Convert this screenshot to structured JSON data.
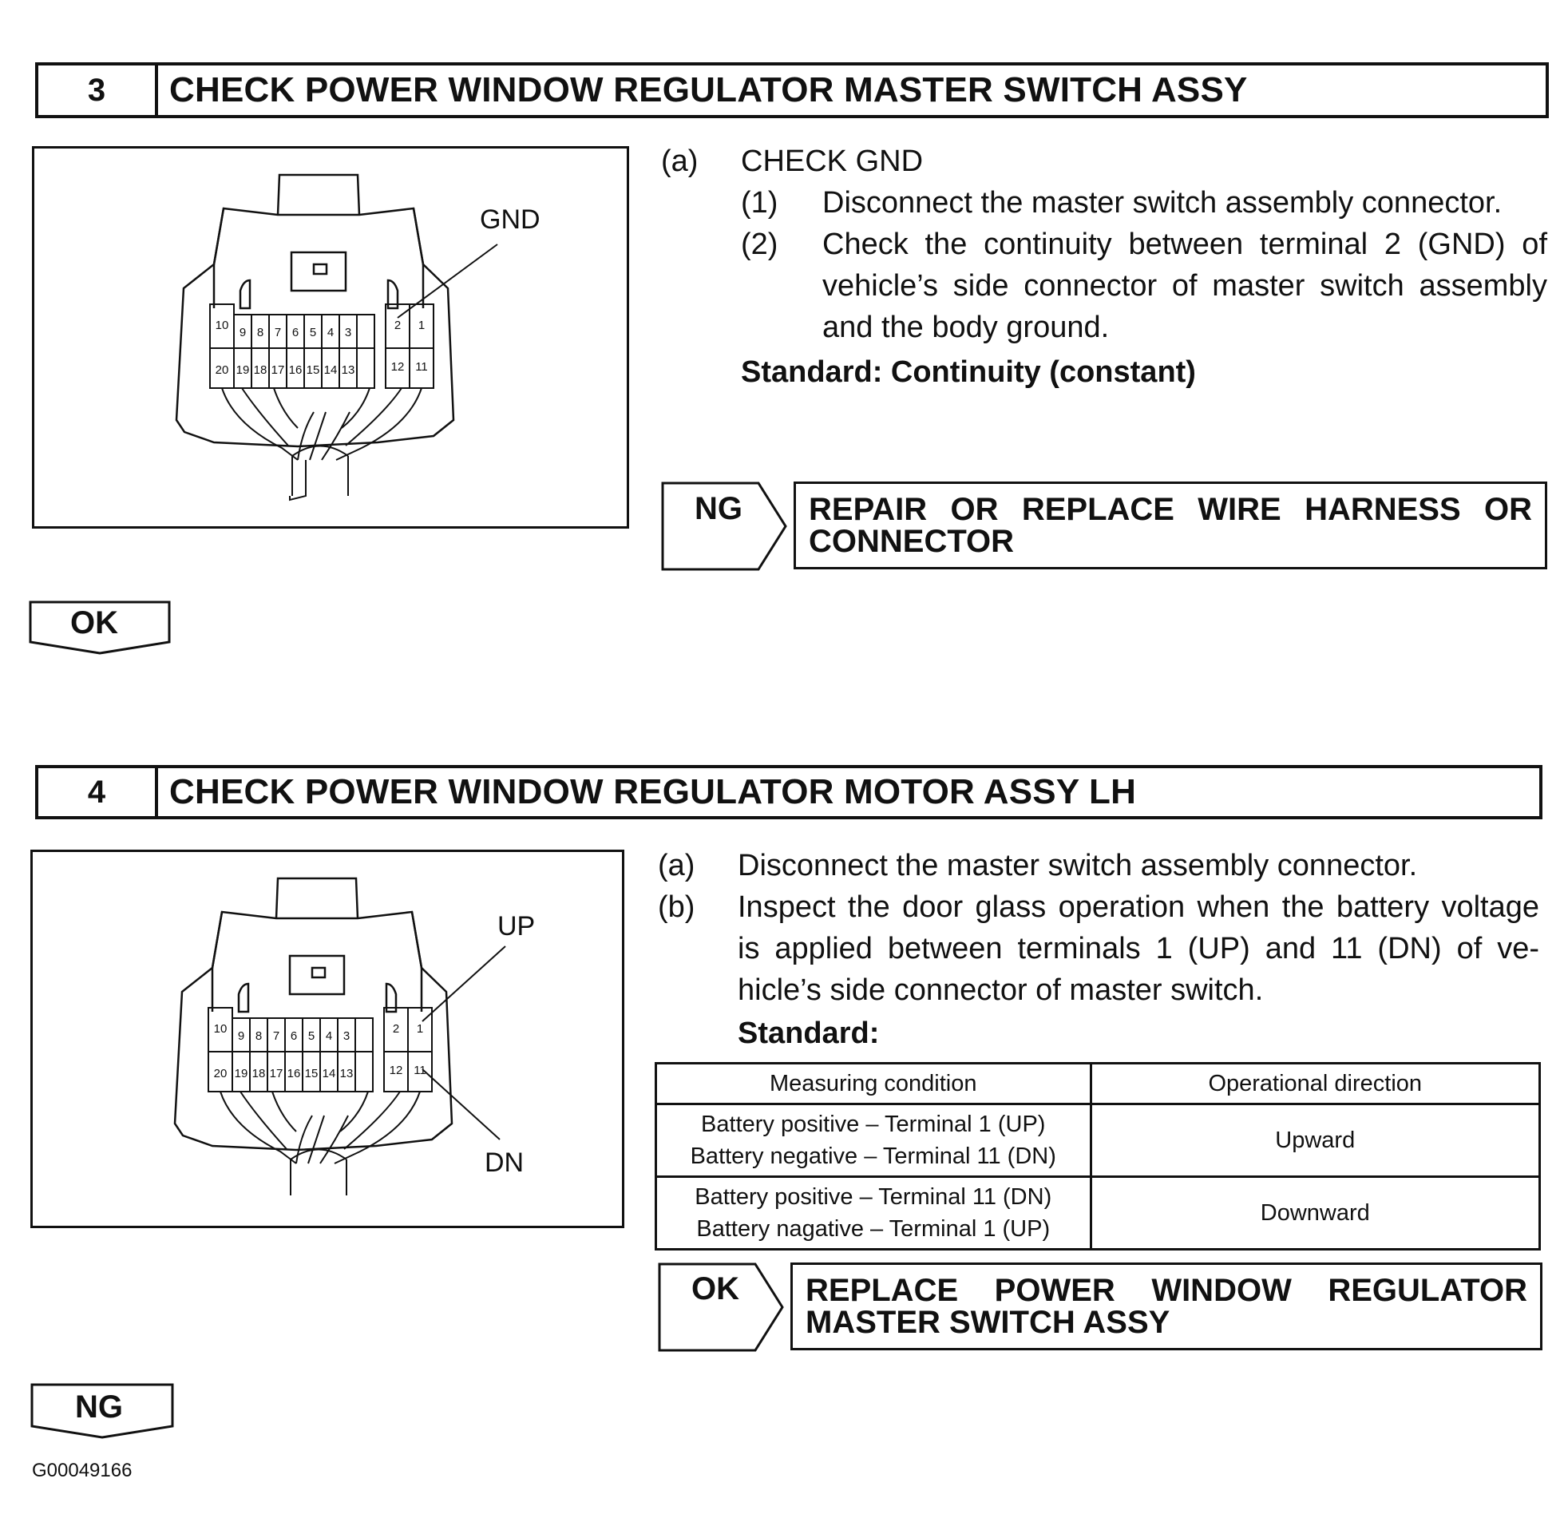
{
  "section3": {
    "number": "3",
    "title": "CHECK POWER WINDOW REGULATOR MASTER SWITCH ASSY",
    "figure": {
      "label": "GND",
      "terminals_top": [
        "10",
        "9",
        "8",
        "7",
        "6",
        "5",
        "4",
        "3",
        "2",
        "1"
      ],
      "terminals_bottom": [
        "20",
        "19",
        "18",
        "17",
        "16",
        "15",
        "14",
        "13",
        "12",
        "11"
      ]
    },
    "step_a_marker": "(a)",
    "step_a_text": "CHECK GND",
    "step_1_marker": "(1)",
    "step_1_text": "Disconnect the master switch assembly connector.",
    "step_2_marker": "(2)",
    "step_2_line1": "Check the continuity between terminal 2 (GND) of",
    "step_2_line2": "vehicle’s side connector of master switch assembly",
    "step_2_line3": "and the body ground.",
    "standard": "Standard: Continuity (constant)",
    "ng_tag": "NG",
    "ng_result_line1": "REPAIR OR REPLACE WIRE HARNESS OR",
    "ng_result_line2": "CONNECTOR",
    "ok_tag": "OK"
  },
  "section4": {
    "number": "4",
    "title": "CHECK POWER WINDOW REGULATOR MOTOR ASSY LH",
    "figure": {
      "label_up": "UP",
      "label_dn": "DN",
      "terminals_top": [
        "10",
        "9",
        "8",
        "7",
        "6",
        "5",
        "4",
        "3",
        "2",
        "1"
      ],
      "terminals_bottom": [
        "20",
        "19",
        "18",
        "17",
        "16",
        "15",
        "14",
        "13",
        "12",
        "11"
      ]
    },
    "step_a_marker": "(a)",
    "step_a_text": "Disconnect the master switch assembly connector.",
    "step_b_marker": "(b)",
    "step_b_line1": "Inspect the door glass operation when the battery voltage",
    "step_b_line2": "is applied between terminals 1 (UP) and 11 (DN) of ve-",
    "step_b_line3": "hicle’s side connector of master switch.",
    "standard": "Standard:",
    "table": {
      "headers": [
        "Measuring condition",
        "Operational direction"
      ],
      "rows": [
        {
          "cond1": "Battery positive – Terminal 1 (UP)",
          "cond2": "Battery negative – Terminal 11 (DN)",
          "dir": "Upward"
        },
        {
          "cond1": "Battery positive – Terminal 11 (DN)",
          "cond2": "Battery nagative – Terminal 1 (UP)",
          "dir": "Downward"
        }
      ]
    },
    "ok_tag": "OK",
    "ok_result_line1": "REPLACE POWER WINDOW REGULATOR",
    "ok_result_line2": "MASTER SWITCH ASSY",
    "ng_tag": "NG"
  },
  "figure_code": "G00049166"
}
